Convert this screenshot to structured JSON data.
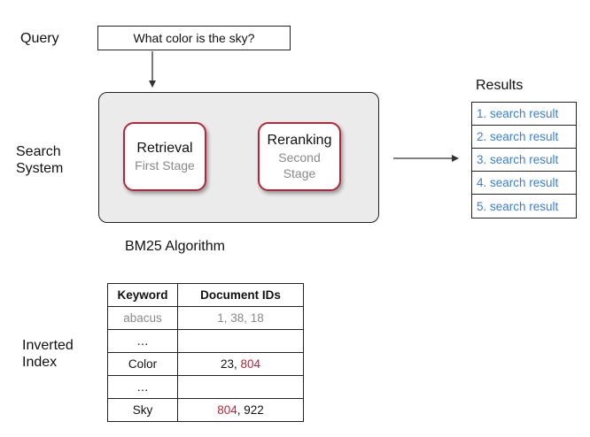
{
  "labels": {
    "query": "Query",
    "search_system_line1": "Search",
    "search_system_line2": "System",
    "inverted_index_line1": "Inverted",
    "inverted_index_line2": "Index",
    "results": "Results",
    "algorithm": "BM25 Algorithm"
  },
  "query": {
    "text": "What color is the sky?"
  },
  "stages": [
    {
      "title": "Retrieval",
      "subtitle_line1": "First Stage",
      "subtitle_line2": ""
    },
    {
      "title": "Reranking",
      "subtitle_line1": "Second",
      "subtitle_line2": "Stage"
    }
  ],
  "results": [
    "1. search result",
    "2. search result",
    "3. search result",
    "4. search result",
    "5. search result"
  ],
  "inverted_index": {
    "headers": [
      "Keyword",
      "Document IDs"
    ],
    "rows": [
      {
        "keyword": "abacus",
        "ids": [
          {
            "text": "1, 38, 18",
            "hl": false
          }
        ],
        "muted": true
      },
      {
        "keyword": "…",
        "ids": [],
        "muted": false
      },
      {
        "keyword": "Color",
        "ids": [
          {
            "text": "23, ",
            "hl": false
          },
          {
            "text": "804",
            "hl": true
          }
        ],
        "muted": false
      },
      {
        "keyword": "…",
        "ids": [],
        "muted": false
      },
      {
        "keyword": "Sky",
        "ids": [
          {
            "text": "804",
            "hl": true
          },
          {
            "text": ", 922",
            "hl": false
          }
        ],
        "muted": false
      }
    ]
  },
  "colors": {
    "accent": "#b2283b",
    "link": "#3a7fd5",
    "muted": "#8a8a8a",
    "panel": "#ebebeb"
  }
}
